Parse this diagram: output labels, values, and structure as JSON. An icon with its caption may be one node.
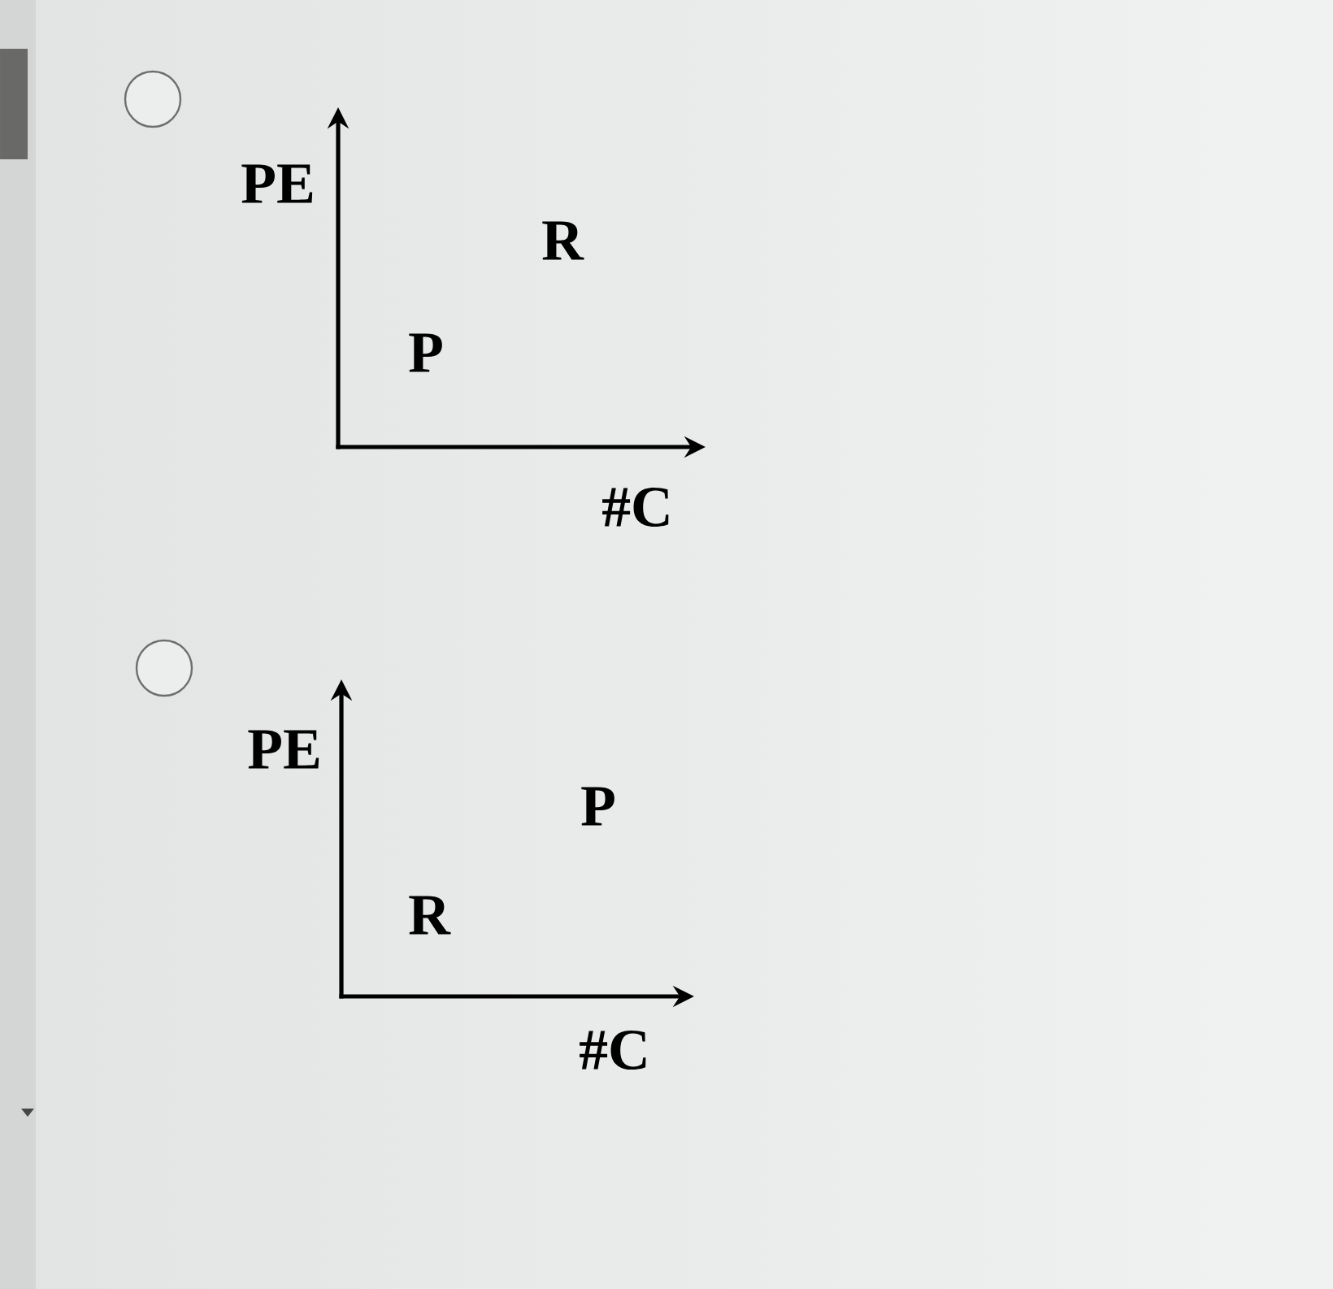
{
  "diagram": {
    "labels": [
      "PE",
      "R",
      "P",
      "#C",
      "PE",
      "P",
      "R",
      "#C"
    ]
  }
}
